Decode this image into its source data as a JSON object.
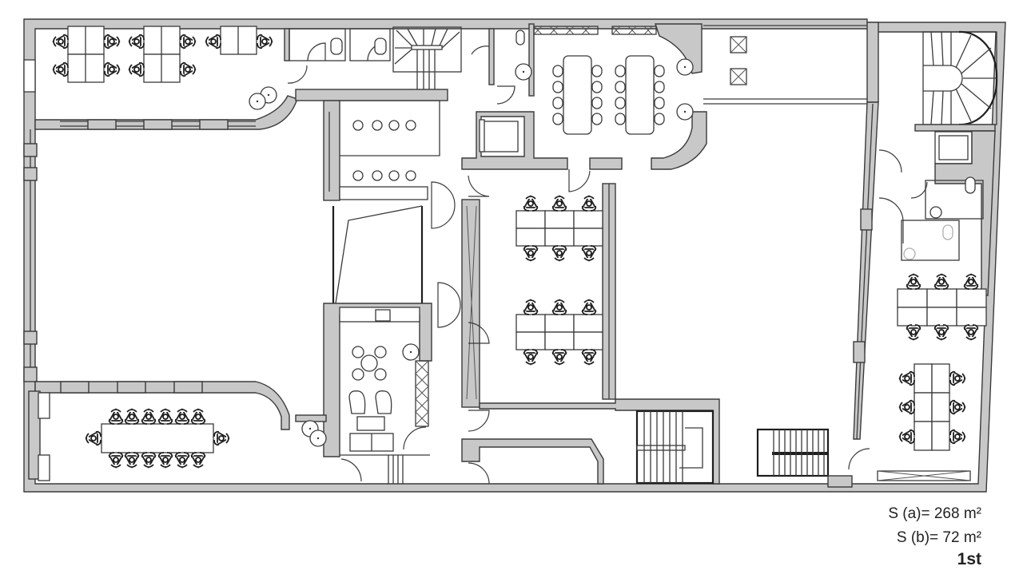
{
  "plan": {
    "floor_label": "1st",
    "area_a": "S (a)= 268 m²",
    "area_b": "S (b)= 72 m²",
    "colors": {
      "wall_fill": "#c8c8c8",
      "line": "#3a3a3a",
      "background": "#ffffff"
    }
  },
  "rooms": [
    {
      "id": "office-nw",
      "type": "open office",
      "desks": 10,
      "chairs": 10
    },
    {
      "id": "restrooms-north",
      "type": "WC",
      "count": 2
    },
    {
      "id": "stair-north",
      "type": "staircase"
    },
    {
      "id": "meeting-north",
      "type": "meeting room",
      "tables": 2,
      "chairs": 16
    },
    {
      "id": "terrace-north",
      "type": "light well"
    },
    {
      "id": "stair-ne",
      "type": "spiral staircase"
    },
    {
      "id": "lift-north",
      "type": "elevator"
    },
    {
      "id": "lift-ne",
      "type": "elevator"
    },
    {
      "id": "hall-west",
      "type": "open space"
    },
    {
      "id": "boardroom-sw",
      "type": "conference room",
      "chairs": 14
    },
    {
      "id": "kitchen",
      "type": "lounge / kitchen"
    },
    {
      "id": "office-central",
      "type": "open office",
      "desks": 12,
      "chairs": 12
    },
    {
      "id": "office-east",
      "type": "open office",
      "desks": 12,
      "chairs": 12
    },
    {
      "id": "stair-south",
      "type": "staircase"
    },
    {
      "id": "stair-se",
      "type": "staircase"
    }
  ]
}
